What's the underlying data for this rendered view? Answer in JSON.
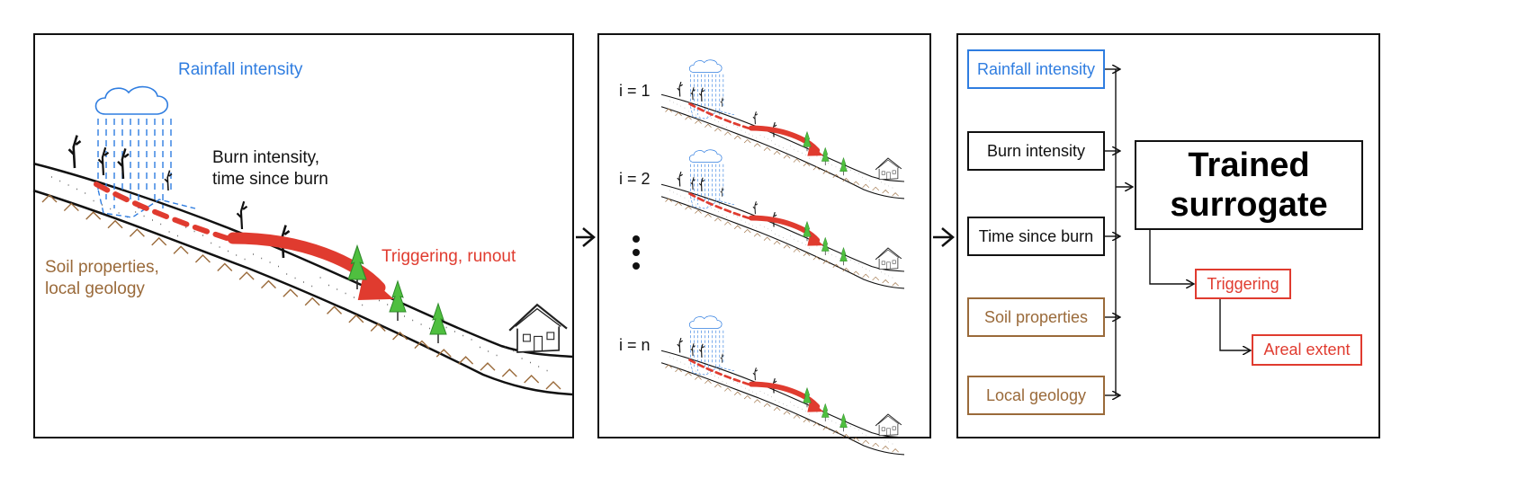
{
  "panel1": {
    "rainfall": "Rainfall intensity",
    "burn_line1": "Burn intensity,",
    "burn_line2": "time since burn",
    "triggering": "Triggering, runout",
    "soil_line1": "Soil properties,",
    "soil_line2": "local geology"
  },
  "panel2": {
    "iterations": [
      "i = 1",
      "i = 2",
      "i = n"
    ]
  },
  "panel3": {
    "inputs": [
      {
        "label": "Rainfall intensity",
        "color": "#2f7de0"
      },
      {
        "label": "Burn intensity",
        "color": "#111111"
      },
      {
        "label": "Time since burn",
        "color": "#111111"
      },
      {
        "label": "Soil properties",
        "color": "#9a6a3a"
      },
      {
        "label": "Local geology",
        "color": "#9a6a3a"
      }
    ],
    "model_line1": "Trained",
    "model_line2": "surrogate",
    "outputs": [
      {
        "label": "Triggering",
        "color": "#e03b2f"
      },
      {
        "label": "Areal extent",
        "color": "#e03b2f"
      }
    ]
  },
  "colors": {
    "rain": "#2f7de0",
    "runout": "#e03b2f",
    "soil": "#9a6a3a",
    "tree": "#4fbf3f"
  }
}
